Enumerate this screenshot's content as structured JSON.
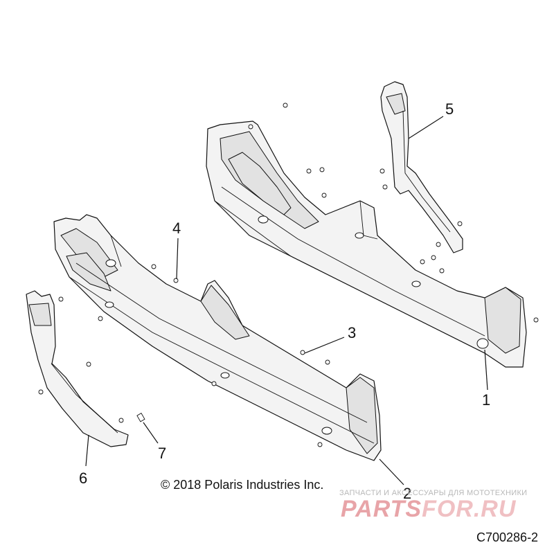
{
  "callouts": [
    "1",
    "2",
    "3",
    "4",
    "5",
    "6",
    "7"
  ],
  "copyright": "© 2018 Polaris Industries Inc.",
  "watermark": {
    "tagline": "ЗАПЧАСТИ И АКСЕССУАРЫ ДЛЯ МОТОТЕХНИКИ",
    "logo_part1": "PARTS",
    "logo_part2": "FOR.RU"
  },
  "diagram_code": "C700286-2",
  "colors": {
    "watermark_red": "#e8a4a8",
    "line": "#111111"
  }
}
